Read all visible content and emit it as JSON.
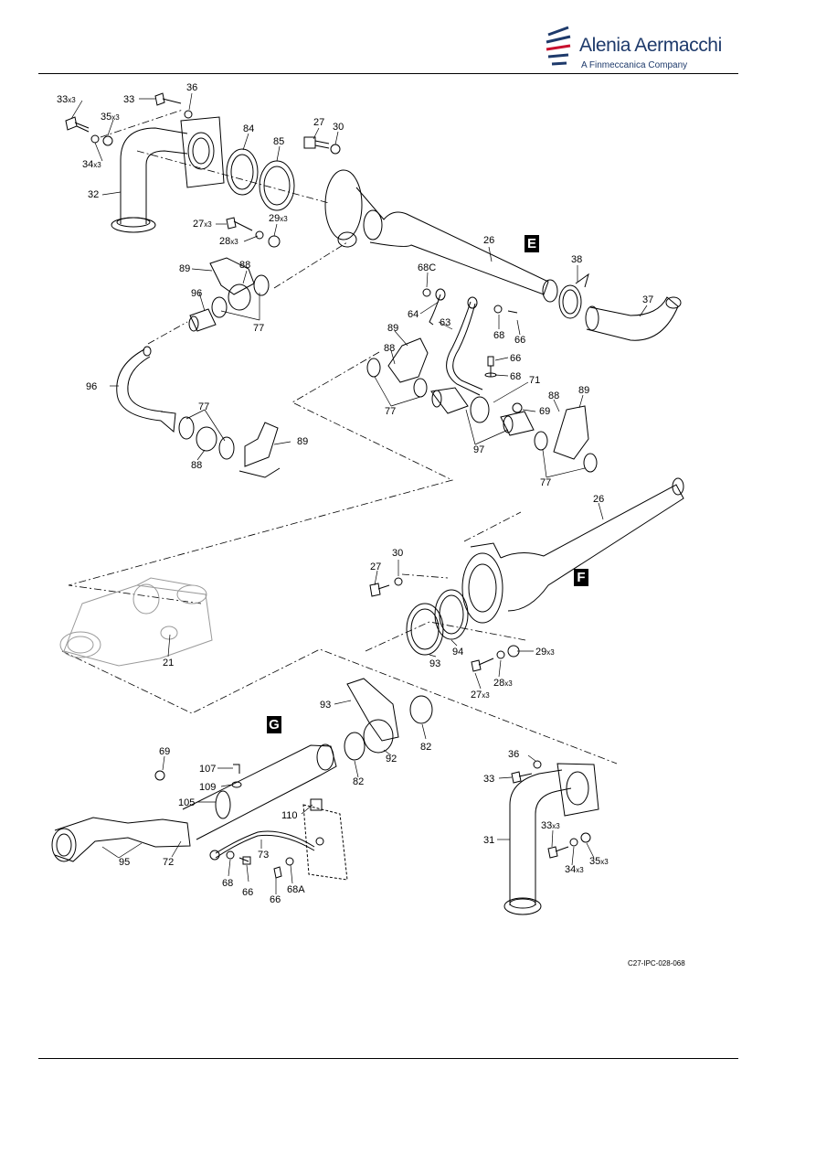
{
  "header": {
    "company": "Alenia Aermacchi",
    "tagline": "A Finmeccanica Company",
    "brand_color": "#1e3a6b",
    "logo_accent": "#c8102e"
  },
  "section_letters": {
    "e": "E",
    "f": "F",
    "g": "G"
  },
  "figure_code": "C27-IPC-028-068",
  "callouts": {
    "c33a": "33",
    "c33a_q": "x3",
    "c33b": "33",
    "c36a": "36",
    "c35a": "35",
    "c35a_q": "x3",
    "c34a": "34",
    "c34a_q": "x3",
    "c32": "32",
    "c84": "84",
    "c85": "85",
    "c27a": "27",
    "c30a": "30",
    "c27b": "27",
    "c27b_q": "x3",
    "c28a": "28",
    "c28a_q": "x3",
    "c29a": "29",
    "c29a_q": "x3",
    "c26a": "26",
    "c38": "38",
    "c37": "37",
    "c89a": "89",
    "c88a": "88",
    "c96a": "96",
    "c77a": "77",
    "c68c": "68C",
    "c64": "64",
    "c63": "63",
    "c68a": "68",
    "c66a": "66",
    "c89b": "89",
    "c88b": "88",
    "c66b": "66",
    "c68b": "68",
    "c71": "71",
    "c88c": "88",
    "c89c": "89",
    "c69a": "69",
    "c77b": "77",
    "c97": "97",
    "c77c": "77",
    "c96b": "96",
    "c77d": "77",
    "c89d": "89",
    "c88d": "88",
    "c26b": "26",
    "c30b": "30",
    "c27c": "27",
    "c94": "94",
    "c93a": "93",
    "c29b": "29",
    "c29b_q": "x3",
    "c28b": "28",
    "c28b_q": "x3",
    "c27d": "27",
    "c27d_q": "x3",
    "c21": "21",
    "c93b": "93",
    "c82a": "82",
    "c92": "92",
    "c82b": "82",
    "c69b": "69",
    "c107": "107",
    "c109": "109",
    "c105": "105",
    "c110": "110",
    "c95": "95",
    "c72": "72",
    "c73": "73",
    "c68d": "68",
    "c66c": "66",
    "c66d": "66",
    "c68e": "68A",
    "c36b": "36",
    "c33c": "33",
    "c31": "31",
    "c33d": "33",
    "c33d_q": "x3",
    "c34b": "34",
    "c34b_q": "x3",
    "c35b": "35",
    "c35b_q": "x3"
  }
}
